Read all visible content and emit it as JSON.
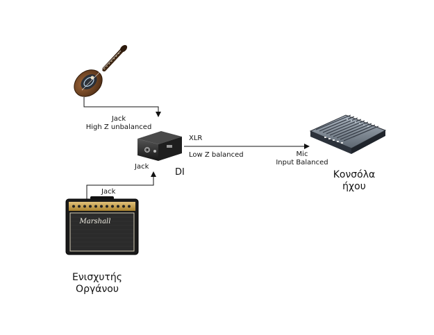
{
  "devices": {
    "instrument": {
      "icon": "bouzouki-icon"
    },
    "amplifier": {
      "icon": "guitar-amplifier-icon",
      "brand": "Marshall",
      "caption_line1": "Ενισχυτής",
      "caption_line2": "Οργάνου"
    },
    "di_box": {
      "icon": "di-box-icon",
      "label": "DI"
    },
    "console": {
      "icon": "mixing-console-icon",
      "caption_line1": "Κονσόλα",
      "caption_line2": "ήχου"
    }
  },
  "connections": {
    "instrument_to_di": {
      "line1": "Jack",
      "line2": "High Z unbalanced"
    },
    "amp_to_di": {
      "label": "Jack"
    },
    "di_jack_label": "Jack",
    "di_to_console": {
      "top_label": "XLR",
      "bottom_label": "Low Z balanced",
      "end_line1": "Mic",
      "end_line2": "Input Balanced"
    }
  },
  "colors": {
    "line": "#111111",
    "amp_tolex": "#1a1a1a",
    "amp_panel": "#c9a24a",
    "console_body": "#3a4150",
    "console_face": "#9aa3ad",
    "bouzouki_body": "#6b3f1e",
    "di_body": "#2b2b2b"
  }
}
